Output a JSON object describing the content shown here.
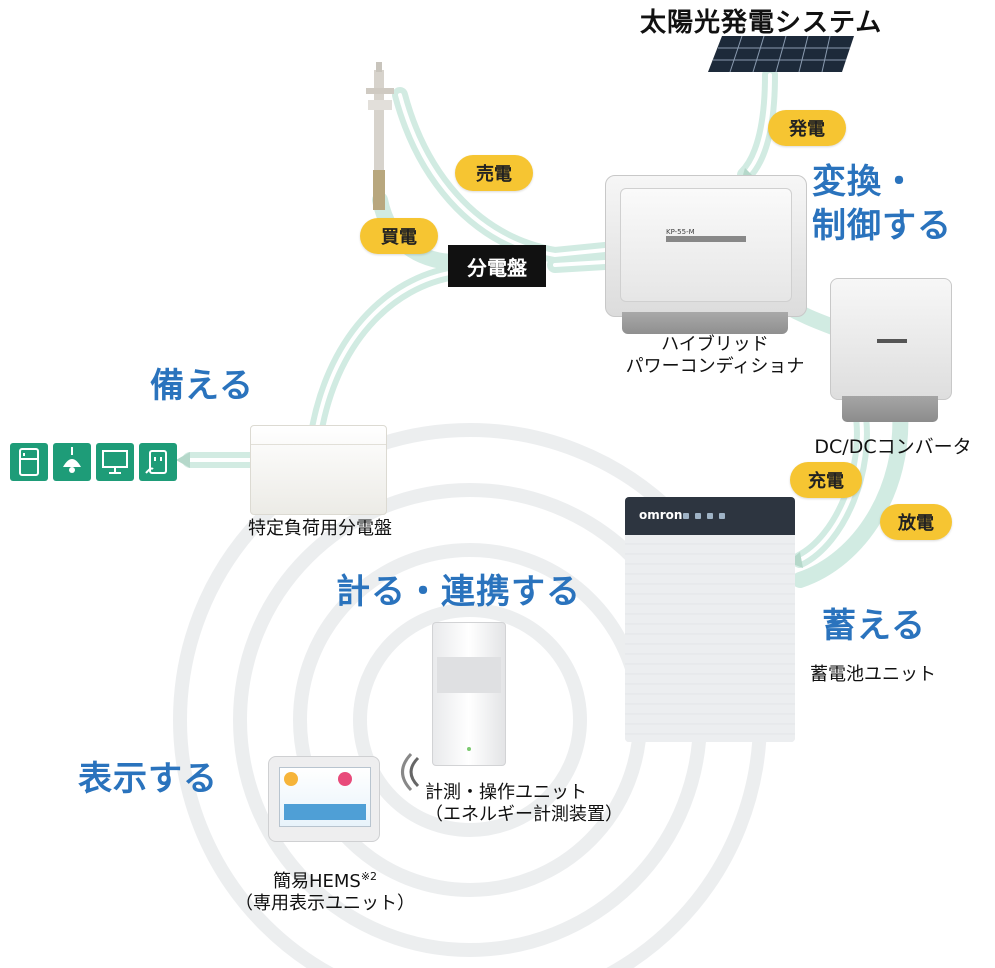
{
  "solar": {
    "title": "太陽光発電システム",
    "badge": "発電"
  },
  "grid": {
    "sell_badge": "売電",
    "buy_badge": "買電"
  },
  "distribution_panel": {
    "label": "分電盤"
  },
  "conditioner": {
    "action_line1": "変換・",
    "action_line2": "制御する",
    "label_line1": "ハイブリッド",
    "label_line2": "パワーコンディショナ",
    "model_text": "KP-55-M"
  },
  "dcdc": {
    "label": "DC/DCコンバータ",
    "charge_badge": "充電",
    "discharge_badge": "放電"
  },
  "battery": {
    "action": "蓄える",
    "label": "蓄電池ユニット",
    "brand": "omron"
  },
  "specific_panel": {
    "action": "備える",
    "label": "特定負荷用分電盤"
  },
  "appliances": {
    "icons": [
      "refrigerator-icon",
      "lamp-icon",
      "tv-icon",
      "outlet-icon"
    ],
    "color": "#1e9c78"
  },
  "measure": {
    "action": "計る・連携する",
    "label_line1": "計測・操作ユニット",
    "label_line2": "（エネルギー計測装置）"
  },
  "hems": {
    "action": "表示する",
    "label_line1": "簡易HEMS",
    "label_sup": "※2",
    "label_line2": "（専用表示ユニット）"
  },
  "colors": {
    "action_blue": "#2a73bd",
    "badge_yellow": "#f6c532",
    "flow_green": "#cde9df"
  }
}
